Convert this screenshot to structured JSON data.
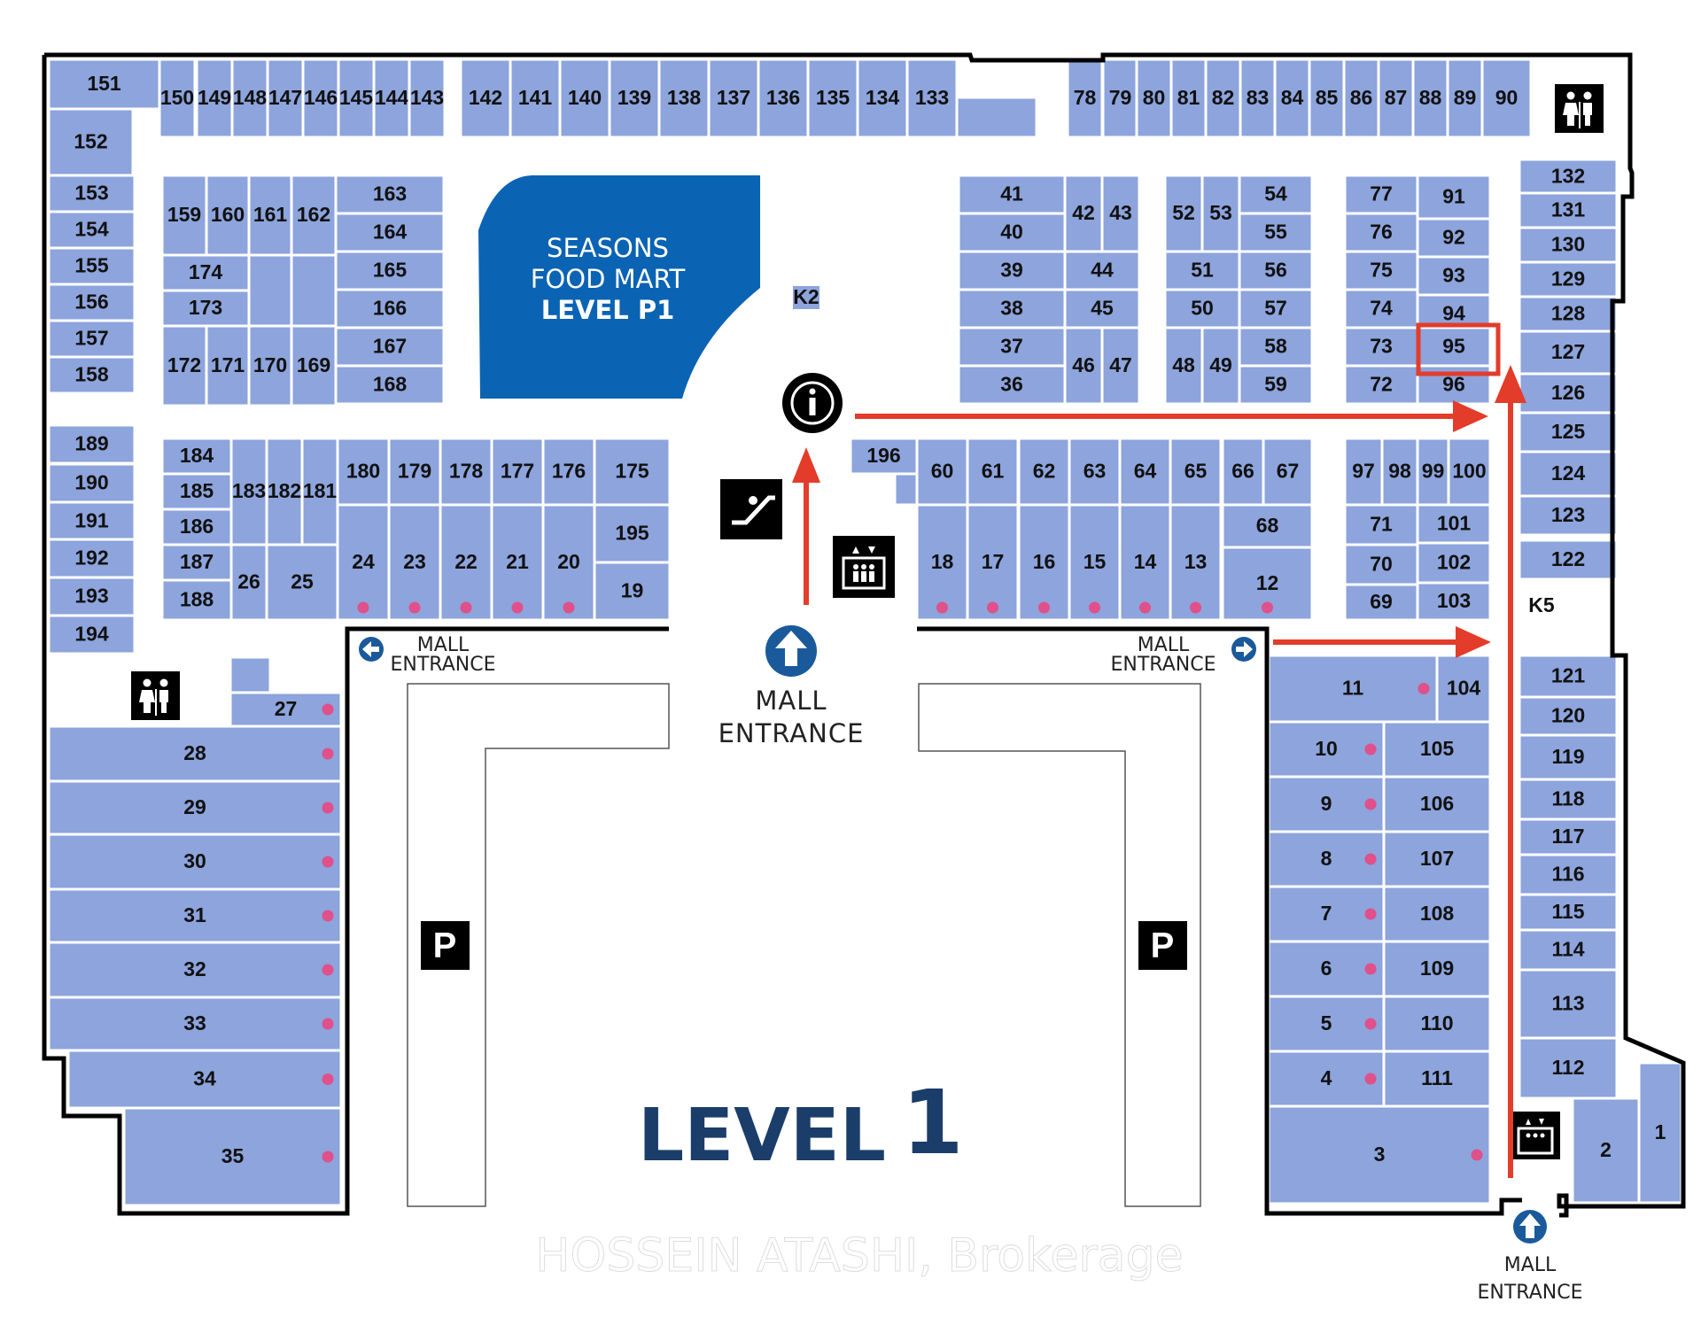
{
  "map": {
    "level_title": "LEVEL",
    "level_number": "1",
    "food_mart": [
      "SEASONS",
      "FOOD MART",
      "LEVEL P1"
    ],
    "kiosks": [
      "K2",
      "K5"
    ],
    "entrances": {
      "center_line1": "MALL",
      "center_line2": "ENTRANCE",
      "left_line1": "MALL",
      "left_line2": "ENTRANCE",
      "right_line1": "MALL",
      "right_line2": "ENTRANCE",
      "bottom_line1": "MALL",
      "bottom_line2": "ENTRANCE"
    },
    "parking_label": "P",
    "highlighted_unit": "95",
    "watermark": "HOSSEIN ATASHI, Brokerage",
    "colors": {
      "unit": "#8da4dc",
      "food_mart": "#0b63b4",
      "arrow": "#e33c2a",
      "dot": "#e0508a"
    },
    "icons": [
      "info-icon",
      "escalator-icon",
      "elevator-icon",
      "restroom-icon",
      "parking-icon",
      "entrance-arrow-icon"
    ]
  }
}
